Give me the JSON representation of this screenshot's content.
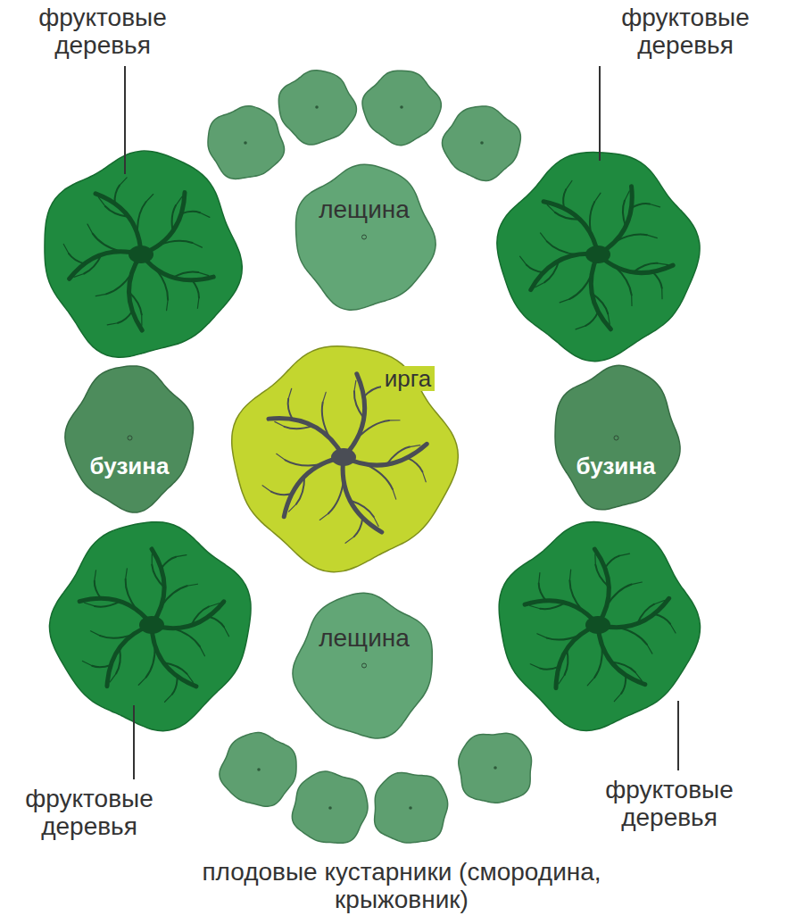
{
  "diagram": {
    "nodes": [
      {
        "text": [
          "лещина"
        ]
      },
      {
        "text": [
          "ирга"
        ]
      },
      {
        "text": [
          "бузина"
        ]
      },
      {
        "text": [
          "бузина"
        ]
      },
      {
        "text": [
          "лещина"
        ]
      }
    ],
    "labels": [
      "фруктовые деревья",
      "фруктовые деревья",
      "фруктовые деревья",
      "фруктовые деревья",
      "плодовые кустарники (смородина, крыжовник)"
    ]
  }
}
